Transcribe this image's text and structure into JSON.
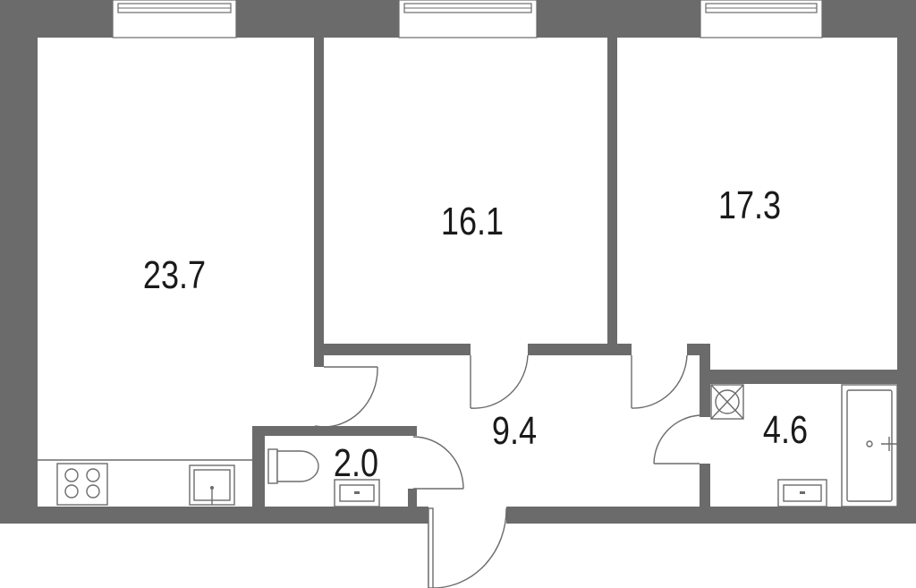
{
  "floor_plan": {
    "rooms": [
      {
        "id": "kitchen-living",
        "area": "23.7"
      },
      {
        "id": "bedroom-1",
        "area": "16.1"
      },
      {
        "id": "bedroom-2",
        "area": "17.3"
      },
      {
        "id": "hallway",
        "area": "9.4"
      },
      {
        "id": "toilet",
        "area": "2.0"
      },
      {
        "id": "bathroom",
        "area": "4.6"
      }
    ]
  },
  "colors": {
    "wall": "#6b6b6b",
    "background": "#ffffff",
    "label": "#1a1a1a"
  }
}
